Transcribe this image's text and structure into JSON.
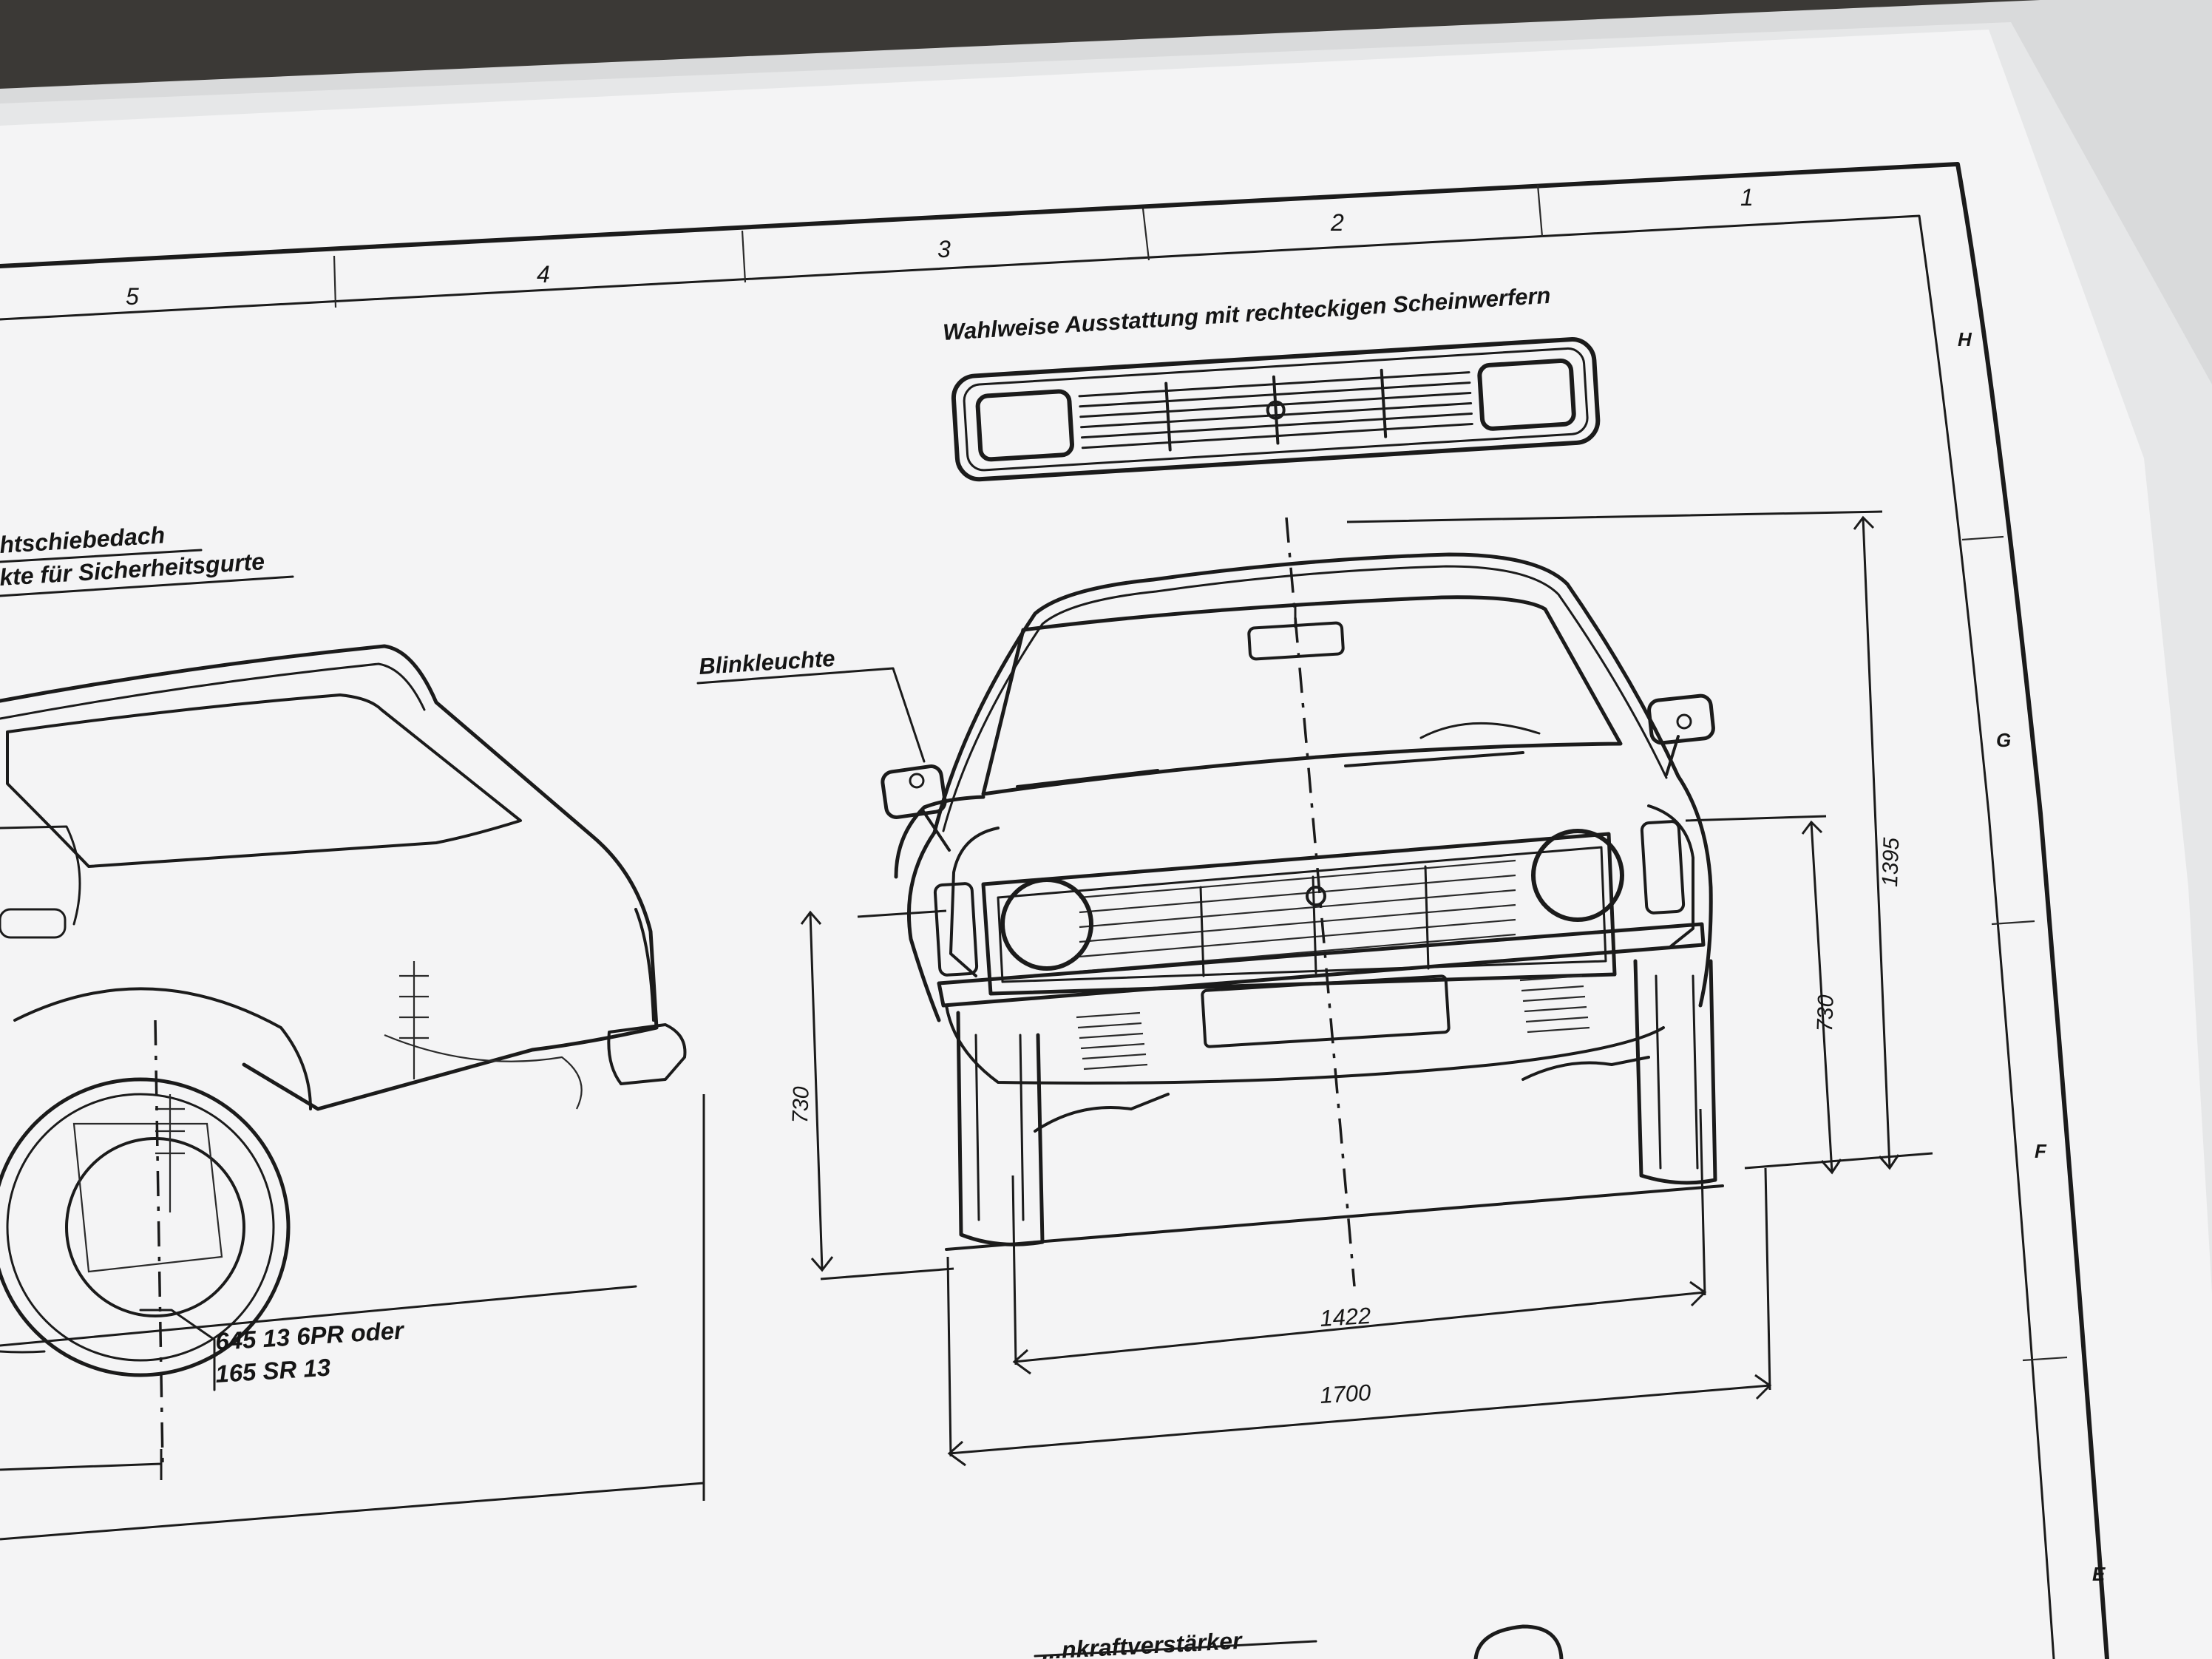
{
  "zone_numbers": [
    "5",
    "4",
    "3",
    "2",
    "1"
  ],
  "zone_letters": [
    "H",
    "G",
    "F",
    "E"
  ],
  "option_title": "Wahlweise Ausstattung mit rechteckigen Scheinwerfern",
  "side_notes": {
    "line1": "htschiebedach",
    "line2": "kte für Sicherheitsgurte"
  },
  "turn_signal_label": "Blinkleuchte",
  "tire_label": {
    "line1": "645  13 6PR oder",
    "line2": "165 SR 13"
  },
  "dimensions": {
    "overall_height": "1395",
    "left_height": "730",
    "right_height": "730",
    "track": "1422",
    "overall_width": "1700"
  },
  "bottom_caption": "...nkraftverstärker"
}
